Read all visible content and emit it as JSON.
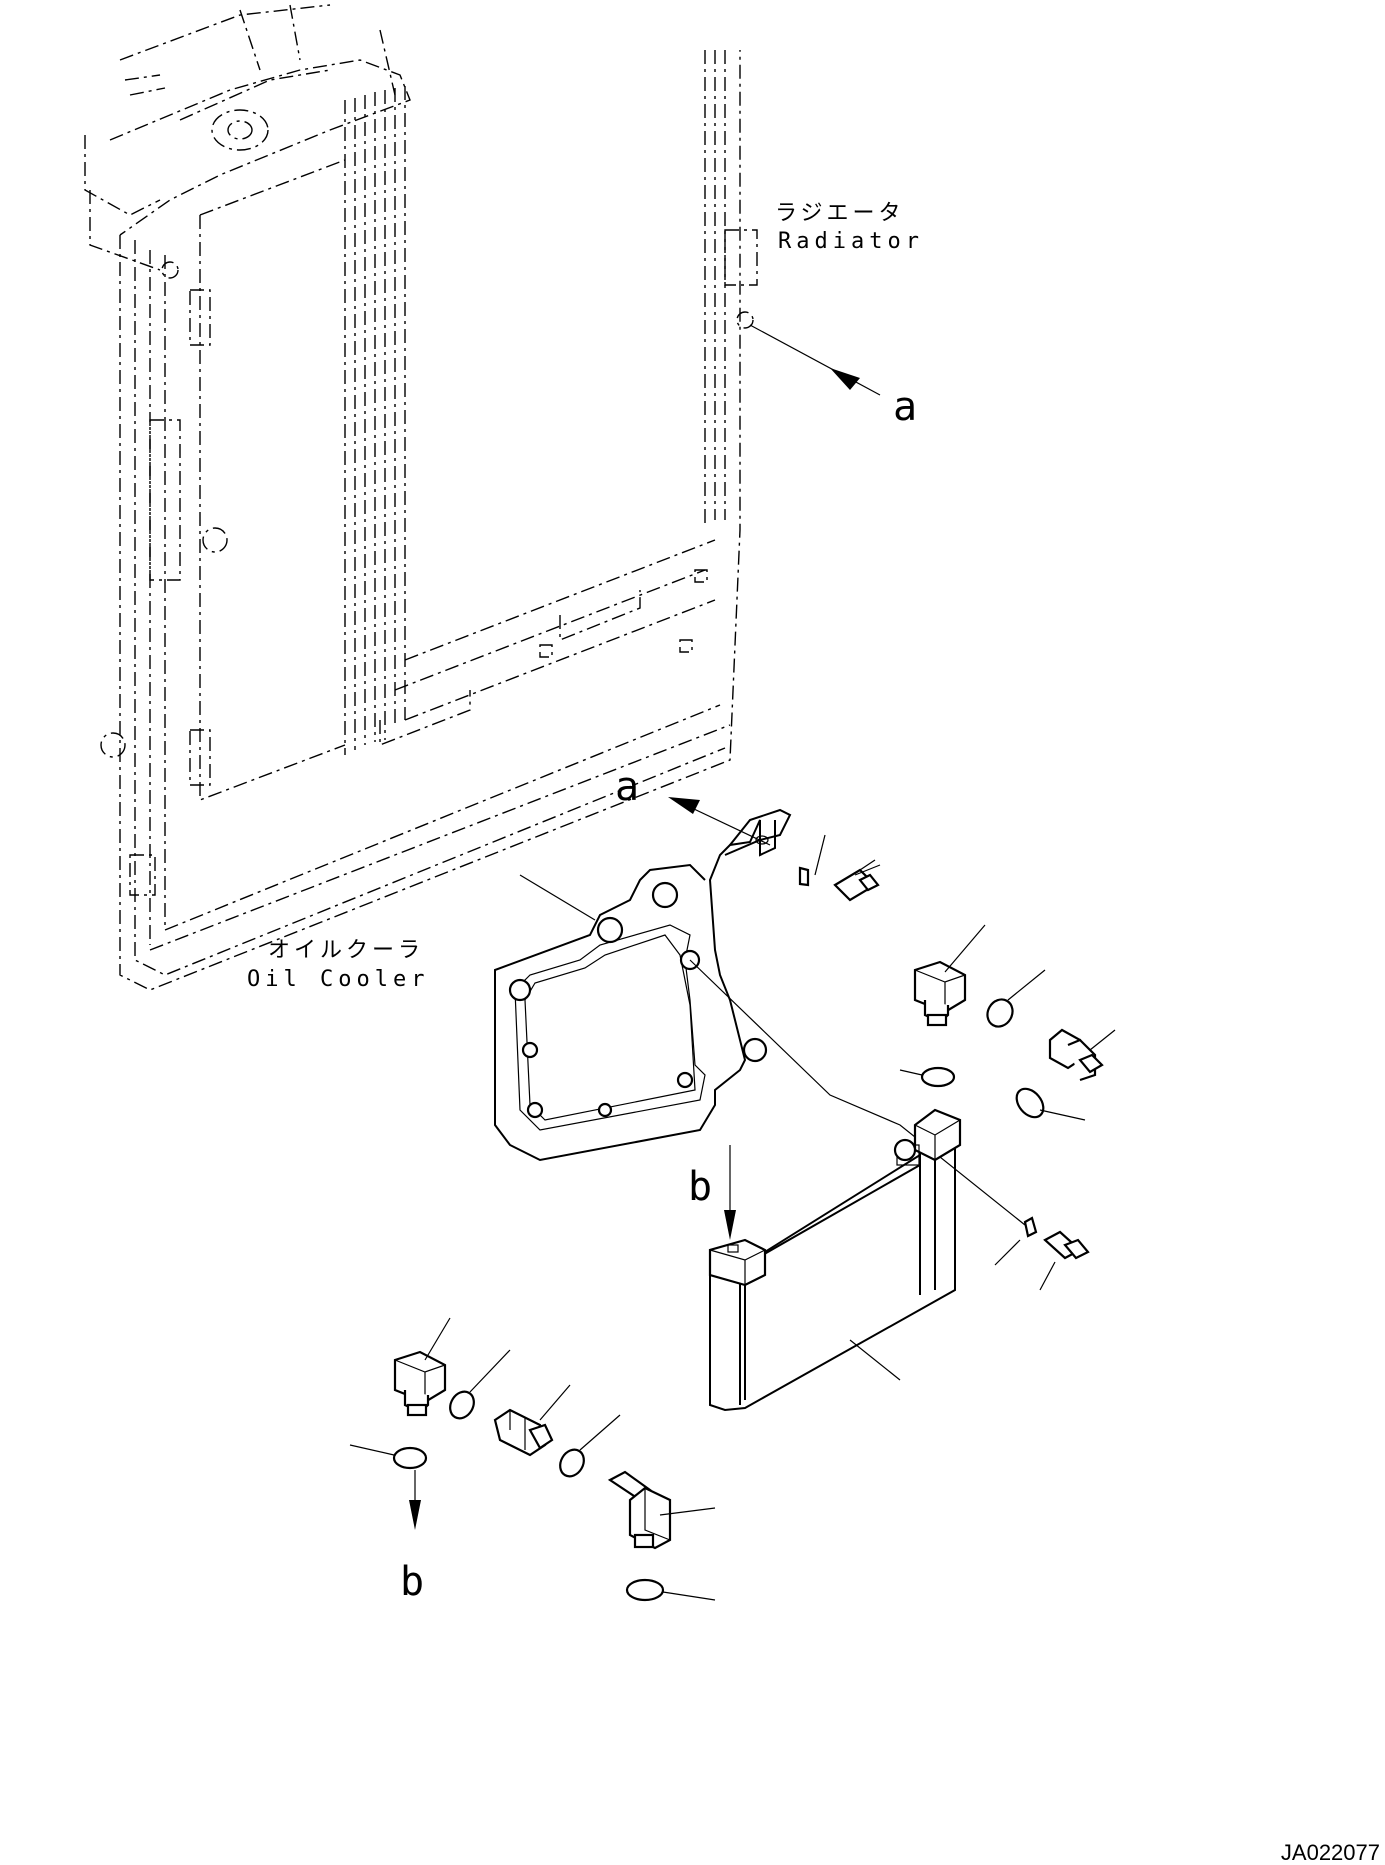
{
  "labels": {
    "radiator_jp": "ラジエータ",
    "radiator_en": "Radiator",
    "oil_cooler_jp": "オイルクーラ",
    "oil_cooler_en": "Oil Cooler",
    "ref_a_top": "a",
    "ref_a_mid": "a",
    "ref_b_mid": "b",
    "ref_b_bottom": "b",
    "drawing_number": "JA022077"
  }
}
